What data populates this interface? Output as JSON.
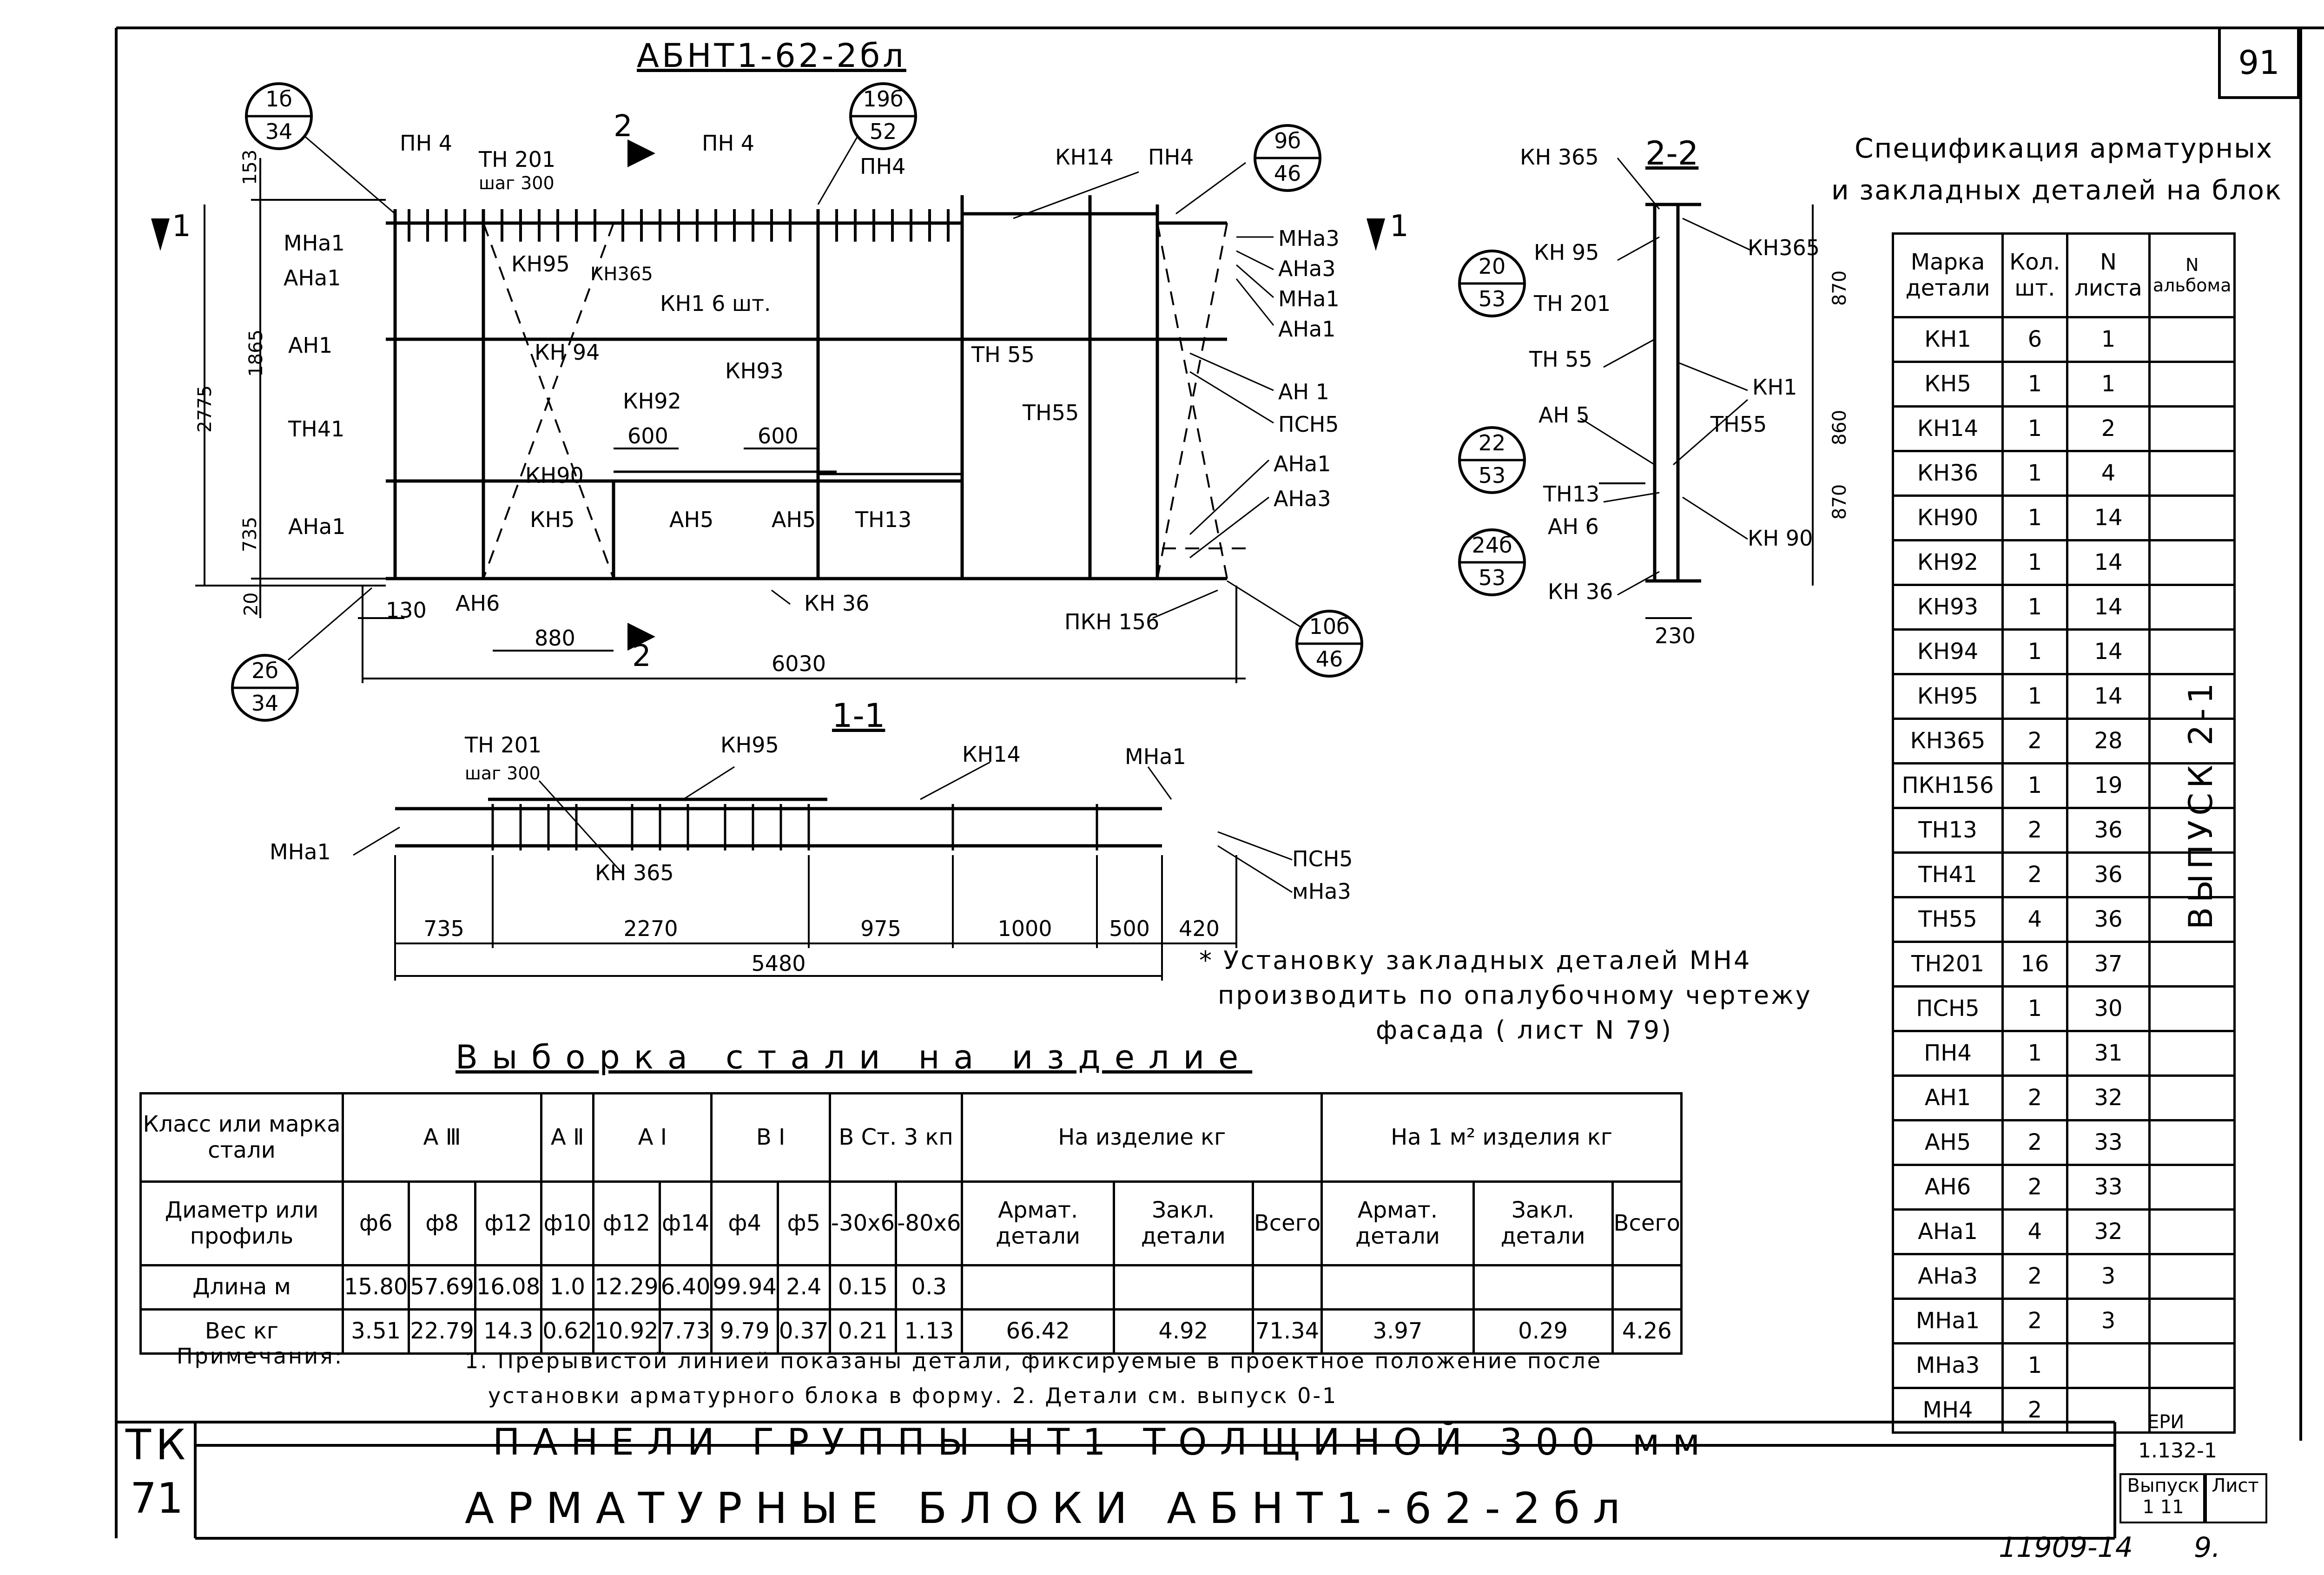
{
  "sheet": {
    "number": "91",
    "stamp_left": "ТК",
    "stamp_left_2": "71",
    "title_line1": "ПАНЕЛИ ГРУППЫ НТ1 ТОЛЩИНОЙ 300 мм",
    "title_line2": "АРМАТУРНЫЕ БЛОКИ АБНТ1-62-2бл",
    "series": "1.132-1",
    "series_label": "ЕРИ",
    "vypusk_label": "Выпуск",
    "vypusk_value": "1 11",
    "list_label": "Лист",
    "handwritten": "11909-14",
    "handwritten_2": "9.",
    "vypusk_side": "ВЫПУСК 2-1"
  },
  "main_view": {
    "title": "АБНТ1-62-2бл",
    "section_marks": [
      "1",
      "1",
      "2",
      "2"
    ],
    "callouts": [
      {
        "top": "1б",
        "bottom": "34"
      },
      {
        "top": "19б",
        "bottom": "52"
      },
      {
        "top": "9б",
        "bottom": "46"
      },
      {
        "top": "2б",
        "bottom": "34"
      },
      {
        "top": "10б",
        "bottom": "46"
      }
    ],
    "labels": [
      "ПН 4",
      "ТН 201",
      "шаг 300",
      "ПН 4",
      "ПН4",
      "КН14",
      "ПН4",
      "МНа1",
      "АНа1",
      "КН95",
      "КН365",
      "КН1 6 шт.",
      "АН1",
      "КН 94",
      "КН93",
      "ТН 55",
      "ТН55",
      "ТН41",
      "КН92",
      "КН90",
      "КН5",
      "АН5",
      "АН5",
      "ТН13",
      "АНа1",
      "АН6",
      "КН 36",
      "ПКН 156",
      "МНа3",
      "АНа3",
      "МНа1",
      "АНа1",
      "АН 1",
      "ПСН5",
      "АНа1",
      "АНа3"
    ],
    "dims_vertical": [
      "153",
      "1865",
      "2775",
      "735",
      "20"
    ],
    "dims_horizontal": [
      "600",
      "600",
      "130",
      "880",
      "6030"
    ]
  },
  "section_22": {
    "title": "2-2",
    "callouts": [
      {
        "top": "20",
        "bottom": "53"
      },
      {
        "top": "22",
        "bottom": "53"
      },
      {
        "top": "24б",
        "bottom": "53"
      }
    ],
    "labels": [
      "КН 365",
      "КН 95",
      "ТН 201",
      "КН365",
      "ТН 55",
      "КН1",
      "АН 5",
      "ТН55",
      "ТН13",
      "АН 6",
      "КН 90",
      "КН 36"
    ],
    "dims": [
      "870",
      "860",
      "870",
      "230"
    ]
  },
  "section_11": {
    "title": "1-1",
    "labels": [
      "ТН 201",
      "шаг 300",
      "КН95",
      "КН14",
      "МНа1",
      "МНа1",
      "КН 365",
      "ПСН5",
      "мНа3"
    ],
    "dims": [
      "735",
      "2270",
      "975",
      "1000",
      "500",
      "420",
      "5480"
    ]
  },
  "install_note": {
    "line1": "* Установку закладных деталей МН4",
    "line2": "производить по опалубочному чертежу",
    "line3": "фасада ( лист N 79)"
  },
  "spec": {
    "title_line1": "Спецификация арматурных",
    "title_line2": "и закладных деталей на блок",
    "headers": [
      "Марка детали",
      "Кол. шт.",
      "N листа",
      "N альбома"
    ],
    "rows": [
      [
        "КН1",
        "6",
        "1"
      ],
      [
        "КН5",
        "1",
        "1"
      ],
      [
        "КН14",
        "1",
        "2"
      ],
      [
        "КН36",
        "1",
        "4"
      ],
      [
        "КН90",
        "1",
        "14"
      ],
      [
        "КН92",
        "1",
        "14"
      ],
      [
        "КН93",
        "1",
        "14"
      ],
      [
        "КН94",
        "1",
        "14"
      ],
      [
        "КН95",
        "1",
        "14"
      ],
      [
        "КН365",
        "2",
        "28"
      ],
      [
        "ПКН156",
        "1",
        "19"
      ],
      [
        "ТН13",
        "2",
        "36"
      ],
      [
        "ТН41",
        "2",
        "36"
      ],
      [
        "ТН55",
        "4",
        "36"
      ],
      [
        "ТН201",
        "16",
        "37"
      ],
      [
        "ПСН5",
        "1",
        "30"
      ],
      [
        "ПН4",
        "1",
        "31"
      ],
      [
        "АН1",
        "2",
        "32"
      ],
      [
        "АН5",
        "2",
        "33"
      ],
      [
        "АН6",
        "2",
        "33"
      ],
      [
        "АНа1",
        "4",
        "32"
      ],
      [
        "АНа3",
        "2",
        "3"
      ],
      [
        "МНа1",
        "2",
        "3"
      ],
      [
        "МНа3",
        "1",
        ""
      ],
      [
        "МН4",
        "2",
        ""
      ]
    ]
  },
  "steel": {
    "title": "Выборка стали на изделие",
    "row_class_label": "Класс или марка стали",
    "row_diam_label": "Диаметр или профиль",
    "row_len_label": "Длина м",
    "row_mass_label": "Вес кг",
    "classes": [
      "А Ⅲ",
      "А Ⅱ",
      "А Ⅰ",
      "В Ⅰ",
      "В Ст. 3 кп",
      "На изделие кг",
      "На 1 м² изделия кг"
    ],
    "diameters": [
      "ф6",
      "ф8",
      "ф12",
      "ф10",
      "ф12",
      "ф14",
      "ф4",
      "ф5",
      "-30х6",
      "-80х6",
      "Армат. детали",
      "Закл. детали",
      "Всего",
      "Армат. детали",
      "Закл. детали",
      "Всего"
    ],
    "lengths": [
      "15.80",
      "57.69",
      "16.08",
      "1.0",
      "12.29",
      "6.40",
      "99.94",
      "2.4",
      "0.15",
      "0.3",
      "",
      "",
      "",
      "",
      "",
      ""
    ],
    "masses": [
      "3.51",
      "22.79",
      "14.3",
      "0.62",
      "10.92",
      "7.73",
      "9.79",
      "0.37",
      "0.21",
      "1.13",
      "66.42",
      "4.92",
      "71.34",
      "3.97",
      "0.29",
      "4.26"
    ]
  },
  "notes": {
    "label": "Примечания:",
    "line1": "1. Прерывистой линией показаны детали, фиксируемые в проектное положение после",
    "line2": "установки арматурного блока в форму. 2. Детали см. выпуск 0-1"
  }
}
